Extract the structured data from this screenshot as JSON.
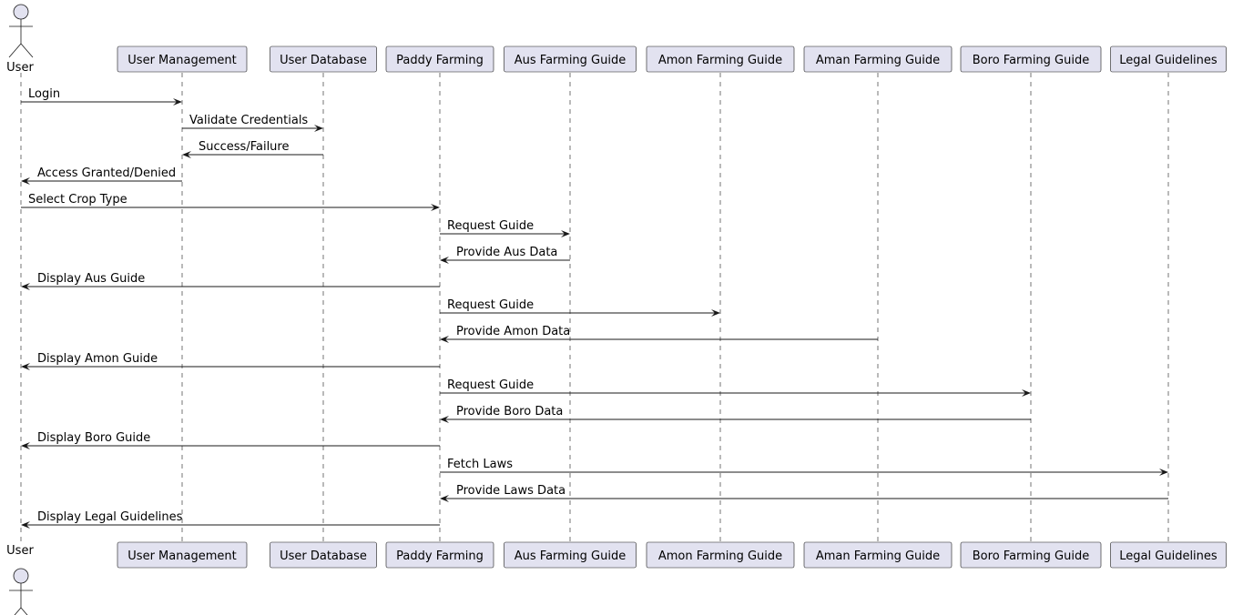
{
  "actor": {
    "label": "User"
  },
  "participants": [
    {
      "id": "user",
      "label": "User",
      "kind": "actor"
    },
    {
      "id": "um",
      "label": "User Management",
      "kind": "participant"
    },
    {
      "id": "udb",
      "label": "User Database",
      "kind": "participant"
    },
    {
      "id": "pf",
      "label": "Paddy Farming",
      "kind": "participant"
    },
    {
      "id": "aus",
      "label": "Aus Farming Guide",
      "kind": "participant"
    },
    {
      "id": "amon",
      "label": "Amon Farming Guide",
      "kind": "participant"
    },
    {
      "id": "aman",
      "label": "Aman Farming Guide",
      "kind": "participant"
    },
    {
      "id": "boro",
      "label": "Boro Farming Guide",
      "kind": "participant"
    },
    {
      "id": "legal",
      "label": "Legal Guidelines",
      "kind": "participant"
    }
  ],
  "messages": [
    {
      "from": "user",
      "to": "um",
      "label": "Login"
    },
    {
      "from": "um",
      "to": "udb",
      "label": "Validate Credentials"
    },
    {
      "from": "udb",
      "to": "um",
      "label": "Success/Failure"
    },
    {
      "from": "um",
      "to": "user",
      "label": "Access Granted/Denied"
    },
    {
      "from": "user",
      "to": "pf",
      "label": "Select Crop Type"
    },
    {
      "from": "pf",
      "to": "aus",
      "label": "Request Guide"
    },
    {
      "from": "aus",
      "to": "pf",
      "label": "Provide Aus Data"
    },
    {
      "from": "pf",
      "to": "user",
      "label": "Display Aus Guide"
    },
    {
      "from": "pf",
      "to": "amon",
      "label": "Request Guide"
    },
    {
      "from": "aman",
      "to": "pf",
      "label": "Provide Amon Data"
    },
    {
      "from": "pf",
      "to": "user",
      "label": "Display Amon Guide"
    },
    {
      "from": "pf",
      "to": "boro",
      "label": "Request Guide"
    },
    {
      "from": "boro",
      "to": "pf",
      "label": "Provide Boro Data"
    },
    {
      "from": "pf",
      "to": "user",
      "label": "Display Boro Guide"
    },
    {
      "from": "pf",
      "to": "legal",
      "label": "Fetch Laws"
    },
    {
      "from": "legal",
      "to": "pf",
      "label": "Provide Laws Data"
    },
    {
      "from": "pf",
      "to": "user",
      "label": "Display Legal Guidelines"
    }
  ]
}
